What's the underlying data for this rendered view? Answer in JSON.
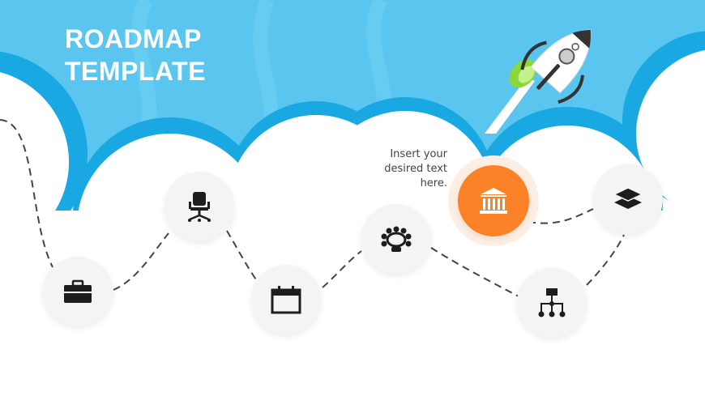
{
  "title": {
    "line1": "ROADMAP",
    "line2": "TEMPLATE"
  },
  "note": {
    "line1": "Insert your",
    "line2": "desired text",
    "line3": "here."
  },
  "colors": {
    "sky": "#5ac6f0",
    "cloud_rim": "#1aa8e2",
    "accent": "#fb8227",
    "node": "#f4f4f4",
    "icon": "#1d1d1d"
  },
  "milestones": [
    {
      "icon": "briefcase-icon"
    },
    {
      "icon": "office-chair-icon"
    },
    {
      "icon": "calendar-icon"
    },
    {
      "icon": "meeting-table-icon"
    },
    {
      "icon": "bank-icon",
      "highlighted": true
    },
    {
      "icon": "hierarchy-icon"
    },
    {
      "icon": "layers-icon"
    }
  ]
}
